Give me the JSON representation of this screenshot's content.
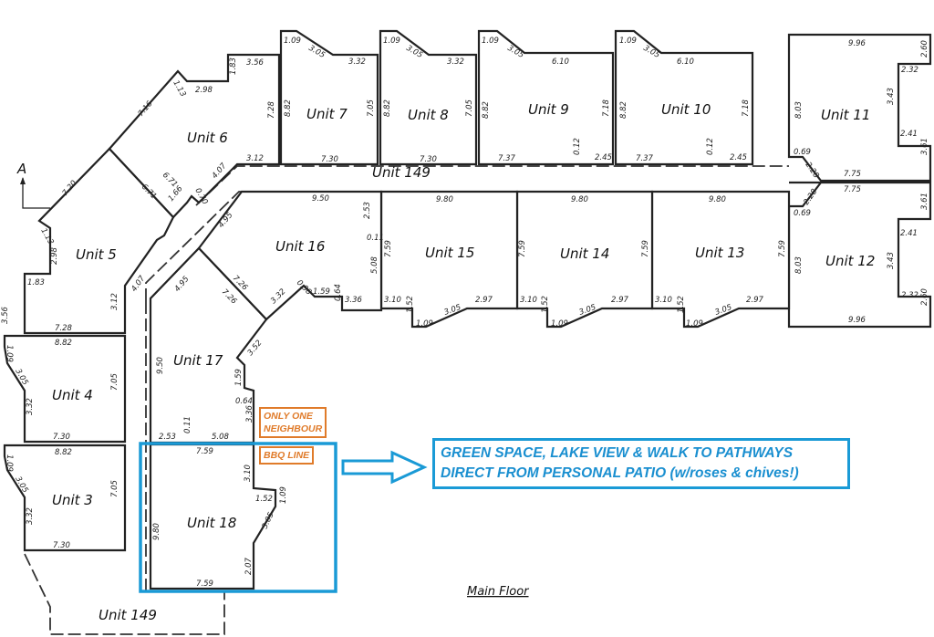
{
  "title": "Main Floor",
  "section_marker": "A",
  "units": [
    {
      "id": "unit-3",
      "label": "Unit 3"
    },
    {
      "id": "unit-4",
      "label": "Unit 4"
    },
    {
      "id": "unit-5",
      "label": "Unit 5"
    },
    {
      "id": "unit-6",
      "label": "Unit 6"
    },
    {
      "id": "unit-7",
      "label": "Unit 7"
    },
    {
      "id": "unit-8",
      "label": "Unit 8"
    },
    {
      "id": "unit-9",
      "label": "Unit 9"
    },
    {
      "id": "unit-10",
      "label": "Unit 10"
    },
    {
      "id": "unit-11",
      "label": "Unit 11"
    },
    {
      "id": "unit-12",
      "label": "Unit 12"
    },
    {
      "id": "unit-13",
      "label": "Unit 13"
    },
    {
      "id": "unit-14",
      "label": "Unit 14"
    },
    {
      "id": "unit-15",
      "label": "Unit 15"
    },
    {
      "id": "unit-16",
      "label": "Unit 16"
    },
    {
      "id": "unit-17",
      "label": "Unit 17"
    },
    {
      "id": "unit-18",
      "label": "Unit 18"
    },
    {
      "id": "unit-149-corridor",
      "label": "Unit 149"
    },
    {
      "id": "unit-149-bottom",
      "label": "Unit 149"
    }
  ],
  "dimensions": [
    "1.09",
    "3.05",
    "3.32",
    "8.82",
    "7.30",
    "7.05",
    "1.09",
    "3.05",
    "3.32",
    "8.82",
    "7.30",
    "7.05",
    "7.28",
    "3.56",
    "1.83",
    "2.98",
    "1.13",
    "3.12",
    "4.07",
    "7.20",
    "7.16",
    "2.98",
    "1.13",
    "1.83",
    "3.56",
    "7.28",
    "3.12",
    "4.07",
    "0.70",
    "1.66",
    "6.71",
    "6.71",
    "1.09",
    "3.05",
    "3.32",
    "8.82",
    "7.30",
    "7.05",
    "1.09",
    "3.05",
    "3.32",
    "8.82",
    "7.30",
    "7.05",
    "1.09",
    "3.05",
    "6.10",
    "8.82",
    "7.18",
    "7.37",
    "0.12",
    "2.45",
    "1.09",
    "3.05",
    "6.10",
    "8.82",
    "7.18",
    "7.37",
    "0.12",
    "2.45",
    "9.96",
    "2.60",
    "2.32",
    "3.43",
    "2.41",
    "3.61",
    "8.03",
    "0.69",
    "2.28",
    "7.75",
    "7.75",
    "2.28",
    "0.69",
    "3.61",
    "2.41",
    "3.43",
    "8.03",
    "2.32",
    "2.60",
    "9.96",
    "9.80",
    "7.59",
    "7.59",
    "3.10",
    "1.52",
    "1.09",
    "3.05",
    "2.97",
    "9.80",
    "7.59",
    "3.10",
    "1.52",
    "1.09",
    "3.05",
    "2.97",
    "9.80",
    "7.59",
    "3.10",
    "1.52",
    "1.09",
    "3.05",
    "2.97",
    "9.50",
    "2.53",
    "0.11",
    "5.08",
    "4.95",
    "7.26",
    "3.32",
    "0.98",
    "1.59",
    "0.64",
    "3.36",
    "4.95",
    "7.26",
    "9.50",
    "3.52",
    "1.59",
    "0.64",
    "3.36",
    "2.53",
    "0.11",
    "5.08",
    "7.59",
    "9.80",
    "3.10",
    "1.52",
    "1.09",
    "3.05",
    "2.07",
    "7.59"
  ],
  "notes": {
    "only_one_neighbour": [
      "ONLY ONE",
      "NEIGHBOUR"
    ],
    "bbq_line": "BBQ LINE",
    "callout": [
      "GREEN SPACE, LAKE VIEW & WALK TO PATHWAYS",
      "DIRECT FROM PERSONAL PATIO (w/roses & chives!)"
    ]
  },
  "colors": {
    "highlight_blue": "#1a9ad6",
    "note_orange": "#e07b2a",
    "walls": "#222222"
  }
}
